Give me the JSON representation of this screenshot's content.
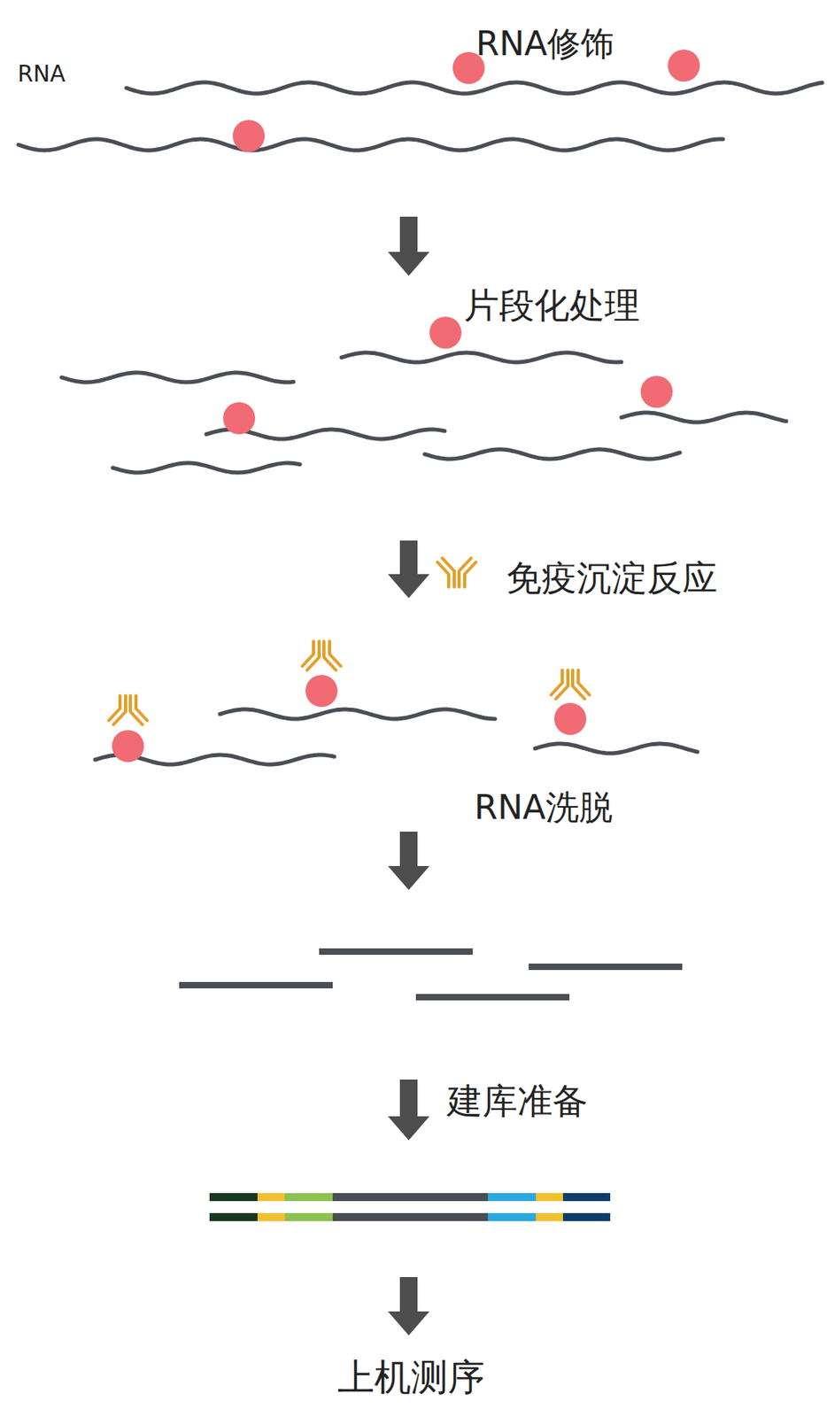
{
  "diagram": {
    "labels": [
      "RNA修饰",
      "RNA",
      "片段化处理",
      "免疫沉淀反应",
      "RNA洗脱",
      "建库准备",
      "上机测序"
    ]
  }
}
